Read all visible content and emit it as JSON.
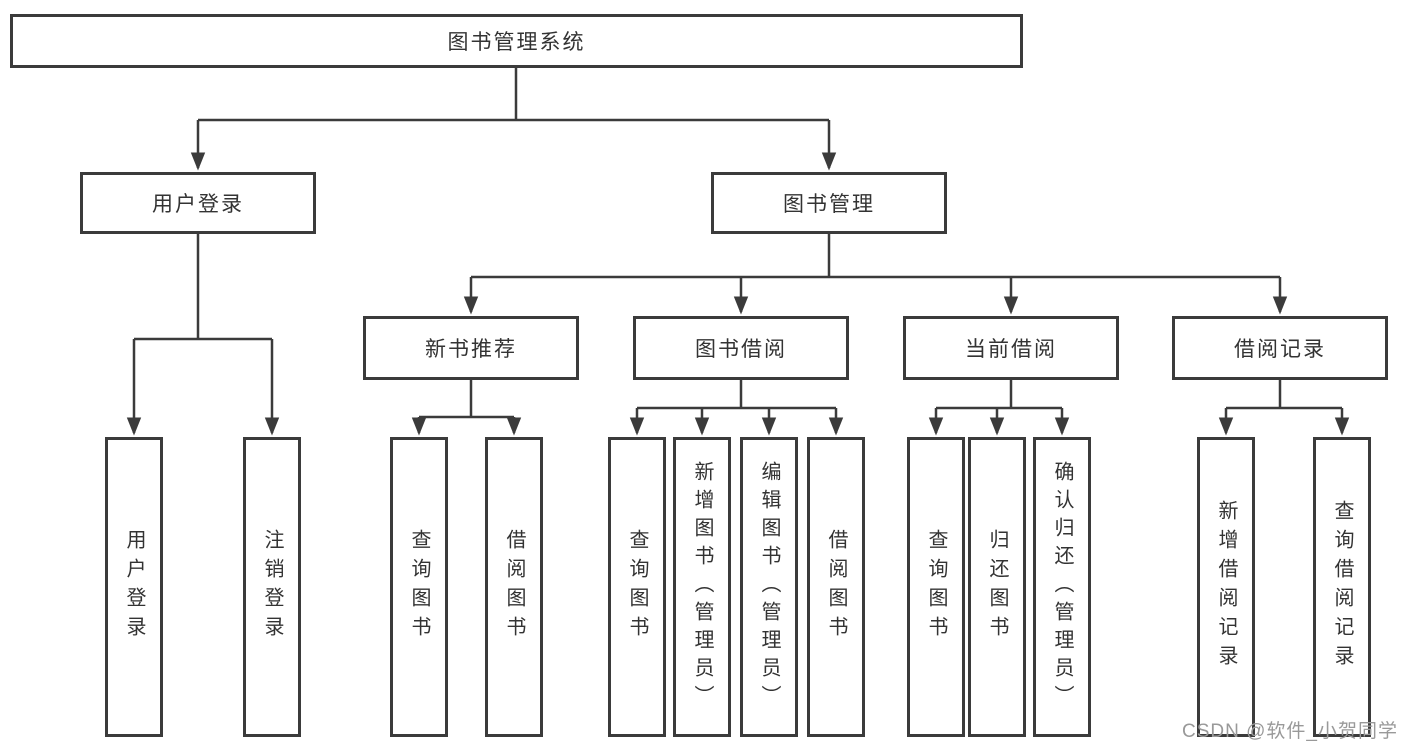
{
  "tree": {
    "root": {
      "label": "图书管理系统"
    },
    "branches": [
      {
        "label": "用户登录",
        "children": [
          {
            "label": "用户登录"
          },
          {
            "label": "注销登录"
          }
        ]
      },
      {
        "label": "图书管理",
        "children": [
          {
            "label": "新书推荐",
            "children": [
              {
                "label": "查询图书"
              },
              {
                "label": "借阅图书"
              }
            ]
          },
          {
            "label": "图书借阅",
            "children": [
              {
                "label": "查询图书"
              },
              {
                "label": "新增图书（管理员）"
              },
              {
                "label": "编辑图书（管理员）"
              },
              {
                "label": "借阅图书"
              }
            ]
          },
          {
            "label": "当前借阅",
            "children": [
              {
                "label": "查询图书"
              },
              {
                "label": "归还图书"
              },
              {
                "label": "确认归还（管理员）"
              }
            ]
          },
          {
            "label": "借阅记录",
            "children": [
              {
                "label": "新增借阅记录"
              },
              {
                "label": "查询借阅记录"
              }
            ]
          }
        ]
      }
    ]
  },
  "watermark": {
    "text": "CSDN @软件_小贺同学"
  },
  "colors": {
    "line": "#3b3b3b",
    "box_border": "#3b3b3b",
    "text": "#333333",
    "watermark": "#999999",
    "background": "#ffffff"
  }
}
